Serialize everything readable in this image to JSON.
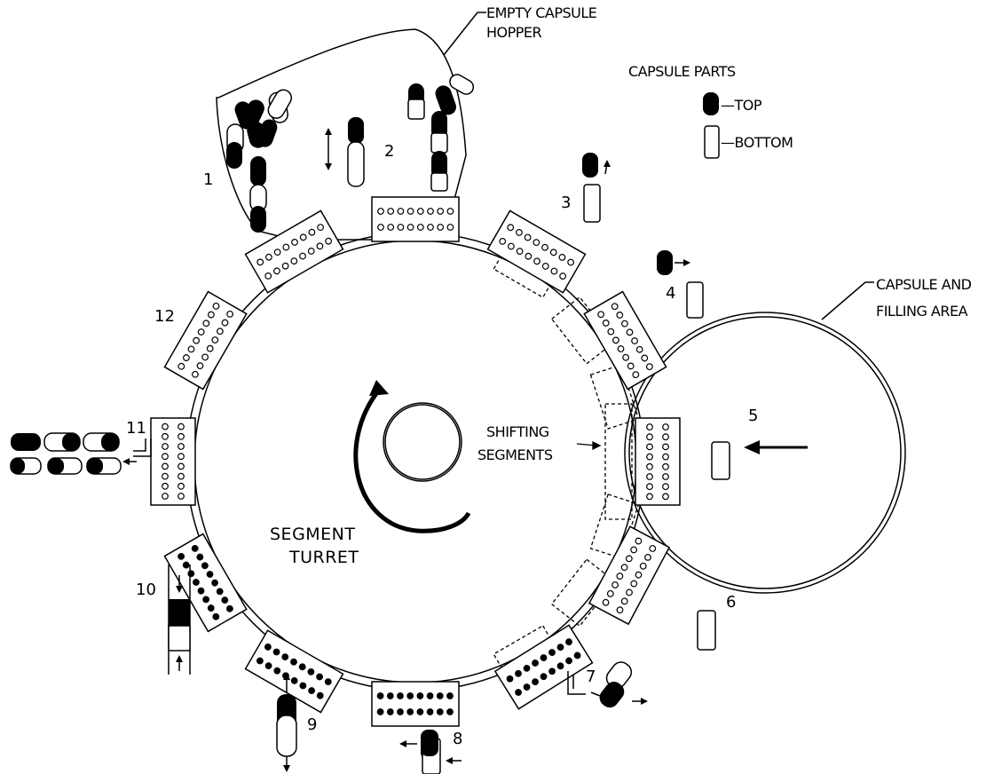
{
  "labels": {
    "hopper_line1": "EMPTY CAPSULE",
    "hopper_line2": "HOPPER",
    "parts_title": "CAPSULE PARTS",
    "top": "—TOP",
    "bottom": "—BOTTOM",
    "filling_line1": "CAPSULE AND",
    "filling_line2": "FILLING AREA",
    "shifting_line1": "SHIFTING",
    "shifting_line2": "SEGMENTS",
    "turret_line1": "SEGMENT",
    "turret_line2": "TURRET"
  },
  "stations": [
    "1",
    "2",
    "3",
    "4",
    "5",
    "6",
    "7",
    "8",
    "9",
    "10",
    "11",
    "12"
  ],
  "colors": {
    "ink": "#000000",
    "paper": "#ffffff"
  }
}
